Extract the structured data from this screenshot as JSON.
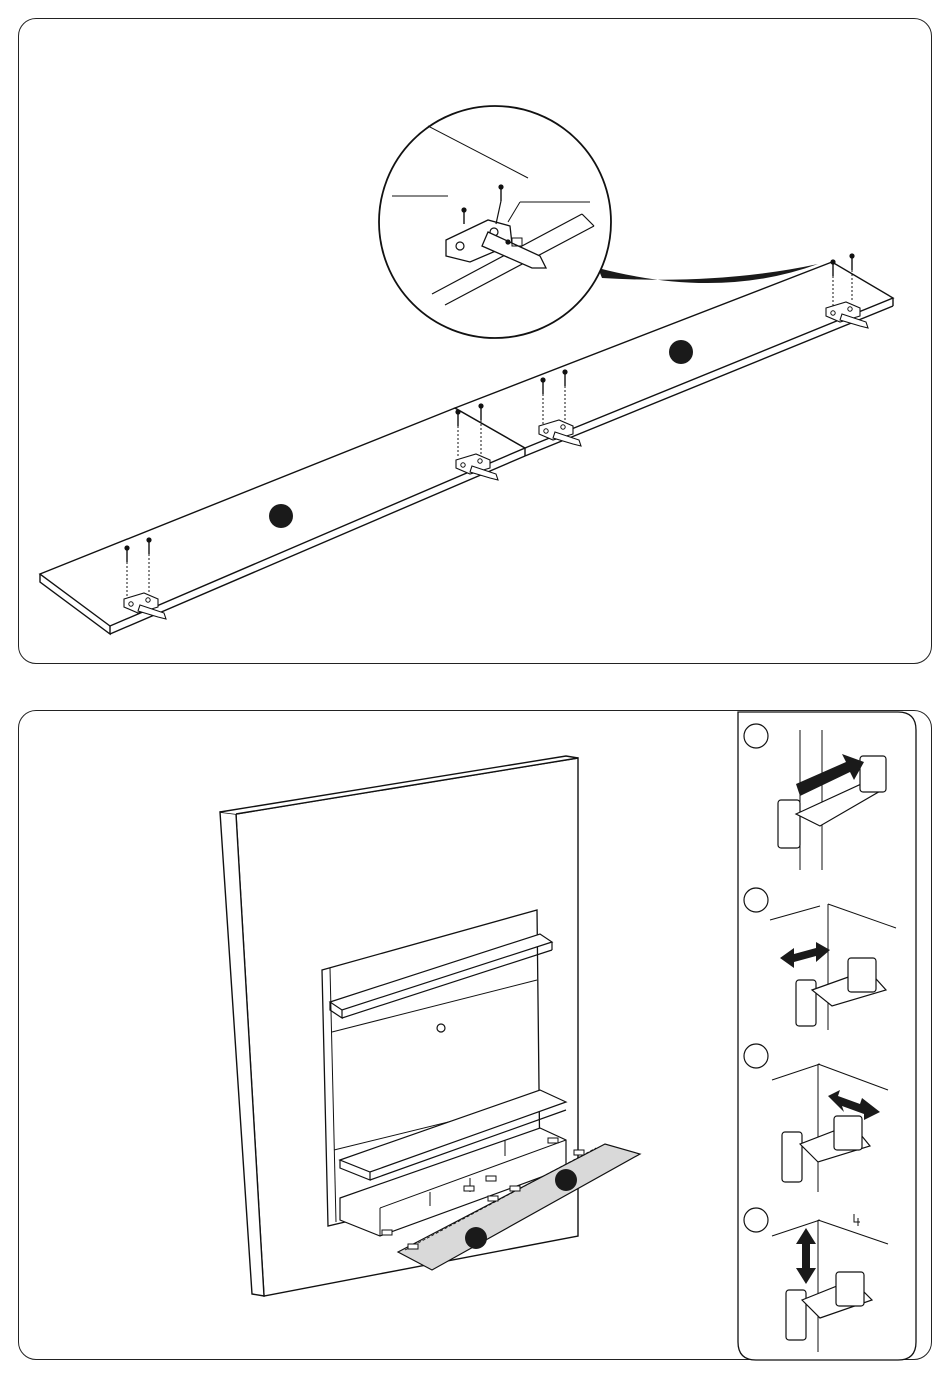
{
  "figure": {
    "top_panel": {
      "part_markers": [
        "",
        ""
      ],
      "detail_callout": "zoom-detail-hinge-plate"
    },
    "bottom_panel": {
      "part_markers": [
        "",
        ""
      ],
      "steps": [
        {
          "marker": "",
          "action": "push-hinge-onto-plate"
        },
        {
          "marker": "",
          "action": "adjust-horizontal"
        },
        {
          "marker": "",
          "action": "adjust-depth"
        },
        {
          "marker": "",
          "action": "adjust-vertical"
        }
      ]
    }
  },
  "colors": {
    "line": "#1a1a1a",
    "panel_fill": "#d9d9d9",
    "marker": "#1a1a1a"
  }
}
